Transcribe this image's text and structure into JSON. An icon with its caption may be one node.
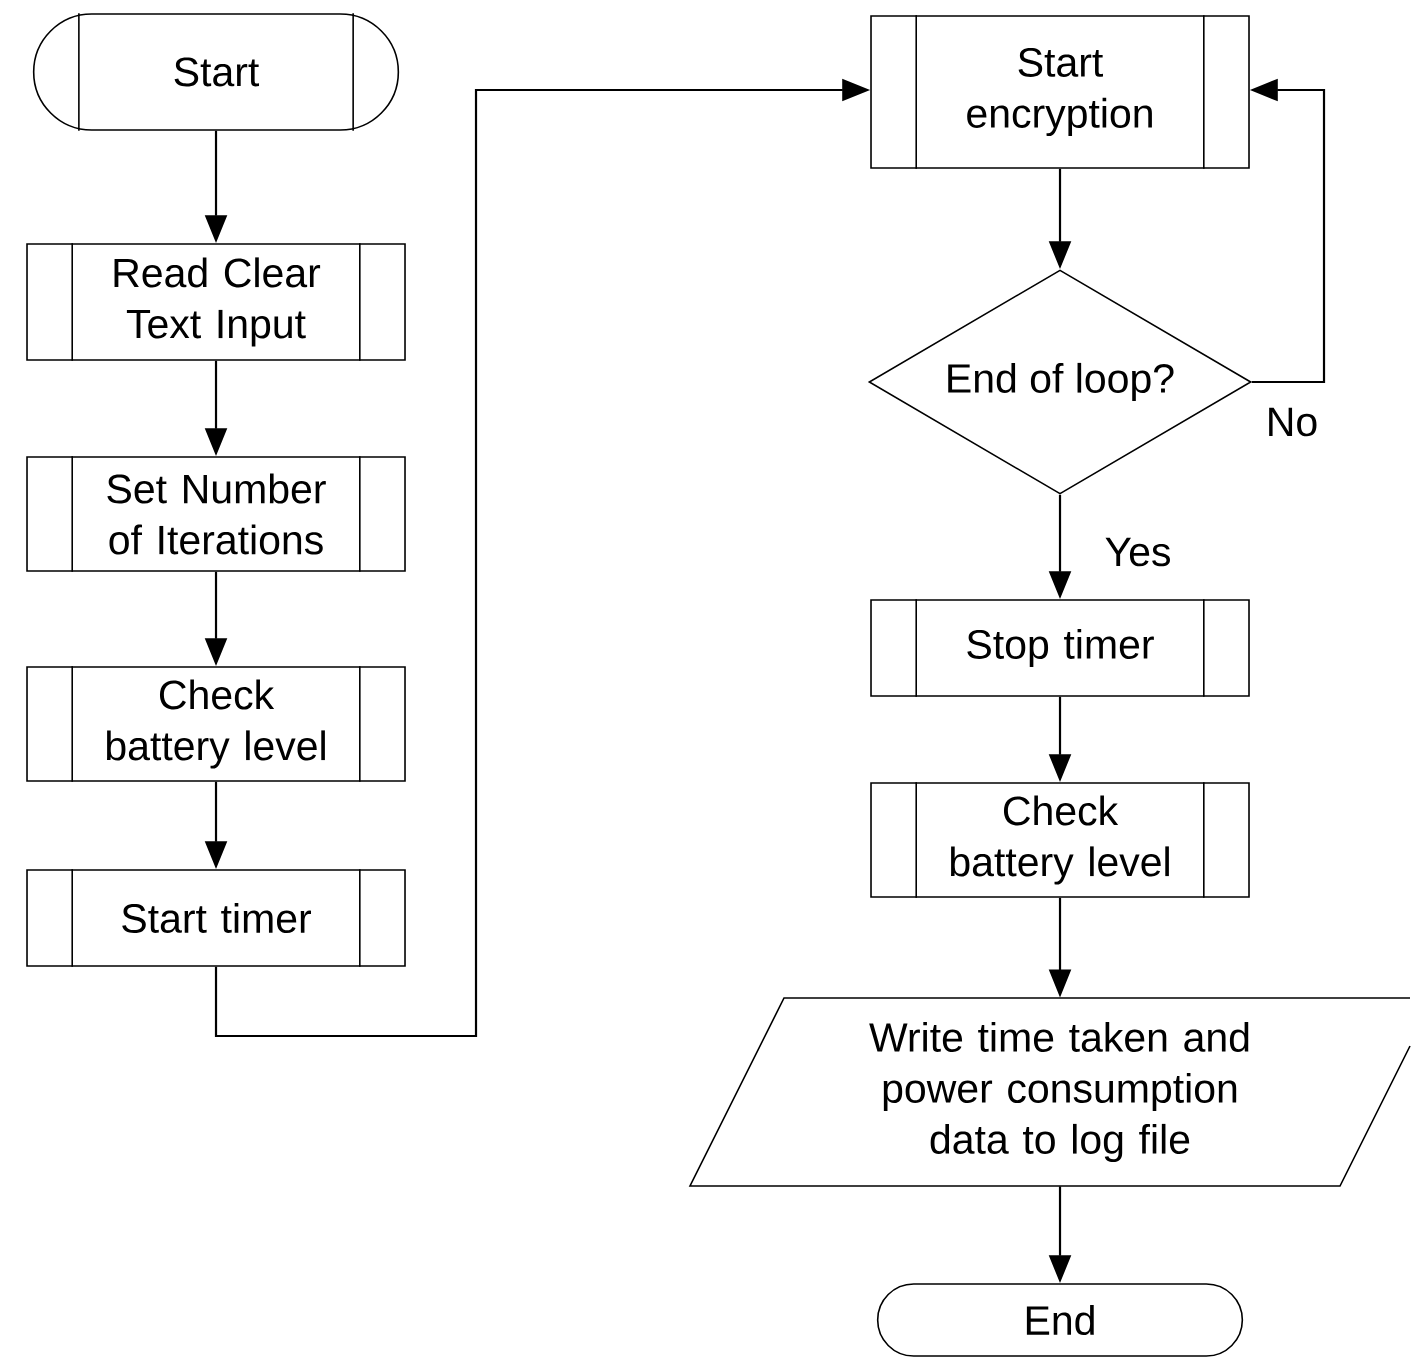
{
  "diagram": {
    "nodes": [
      {
        "text": [
          "Start"
        ]
      },
      {
        "text": [
          "Read Clear Text Input"
        ]
      },
      {
        "text": [
          "Set Number of Iterations"
        ]
      },
      {
        "text": [
          "Check battery level"
        ]
      },
      {
        "text": [
          "Start timer"
        ]
      },
      {
        "text": [
          "Start encryption"
        ]
      },
      {
        "text": [
          "End of loop?"
        ]
      },
      {
        "text": [
          "Stop timer"
        ]
      },
      {
        "text": [
          "Check battery level"
        ]
      },
      {
        "text": [
          "Write time taken and power consumption data to log file"
        ]
      },
      {
        "text": [
          "End"
        ]
      }
    ],
    "edges": [
      {
        "from": 0,
        "to": 1,
        "arrow": "to"
      },
      {
        "from": 1,
        "to": 2,
        "arrow": "to"
      },
      {
        "from": 2,
        "to": 3,
        "arrow": "to"
      },
      {
        "from": 3,
        "to": 4,
        "arrow": "to"
      },
      {
        "from": 4,
        "to": 5,
        "arrow": "to"
      },
      {
        "from": 5,
        "to": 6,
        "arrow": "to"
      },
      {
        "from": 6,
        "to": 5,
        "arrow": "to",
        "label": "No"
      },
      {
        "from": 6,
        "to": 7,
        "arrow": "to",
        "label": "Yes"
      },
      {
        "from": 7,
        "to": 8,
        "arrow": "to"
      },
      {
        "from": 8,
        "to": 9,
        "arrow": "to"
      },
      {
        "from": 9,
        "to": 10,
        "arrow": "to"
      }
    ]
  }
}
